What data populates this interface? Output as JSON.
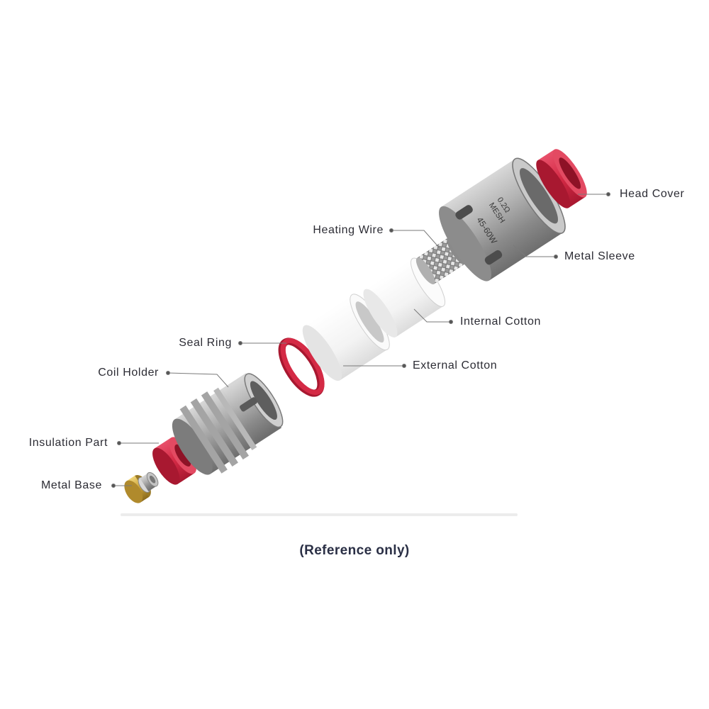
{
  "parts": {
    "head_cover": "Head Cover",
    "metal_sleeve": "Metal Sleeve",
    "heating_wire": "Heating Wire",
    "internal_cotton": "Internal Cotton",
    "external_cotton": "External Cotton",
    "seal_ring": "Seal Ring",
    "coil_holder": "Coil Holder",
    "insulation_part": "Insulation Part",
    "metal_base": "Metal Base"
  },
  "sleeve_markings": {
    "resistance": "0.2Ω",
    "coil_type": "MESH",
    "wattage": "45-60W"
  },
  "caption": "(Reference only)",
  "colors": {
    "seal_red": "#d42a45",
    "metal_gray": "#9c9c9c",
    "cotton_white": "#f4f4f4",
    "brass": "#c9a23a",
    "label_text": "#2c2c34",
    "leader_line": "#7a7a7a"
  }
}
